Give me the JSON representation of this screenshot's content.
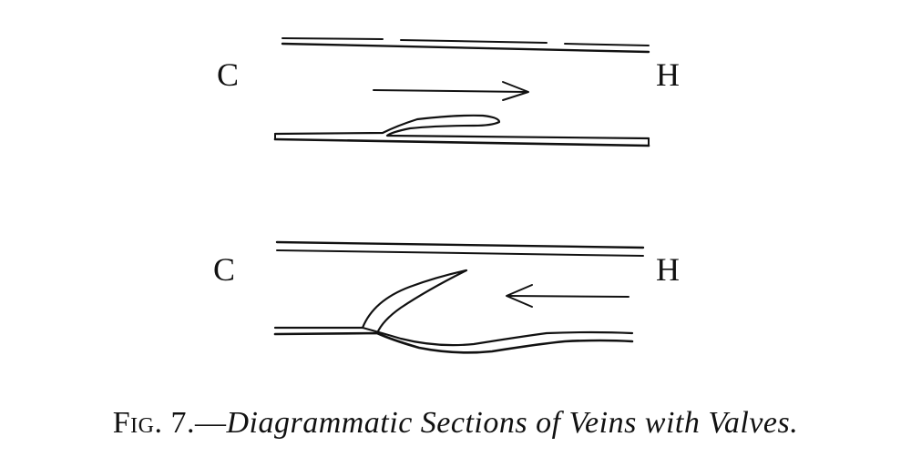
{
  "figure": {
    "labels": {
      "top_left": "C",
      "top_right": "H",
      "bottom_left": "C",
      "bottom_right": "H"
    },
    "caption": {
      "number": "Fig. 7.—",
      "title": "Diagrammatic Sections of Veins with Valves."
    }
  }
}
